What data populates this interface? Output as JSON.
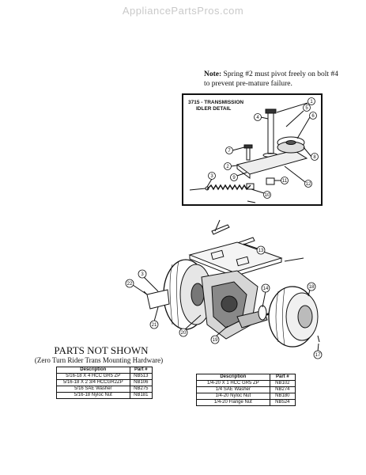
{
  "watermark": "AppliancePartsPros.com",
  "note": {
    "label": "Note:",
    "text": "Spring #2 must pivot freely on bolt #4 to prevent pre-mature failure."
  },
  "detail": {
    "title_line1": "3715 - TRANSMISSION",
    "title_line2": "IDLER DETAIL",
    "callouts": [
      "1",
      "2",
      "3",
      "4",
      "5",
      "6",
      "7",
      "8",
      "9",
      "10",
      "11",
      "12"
    ]
  },
  "main_callouts": [
    "3",
    "13",
    "14",
    "17",
    "18",
    "19",
    "20",
    "21",
    "22"
  ],
  "parts_not_shown": {
    "title": "PARTS NOT SHOWN",
    "subtitle": "(Zero Turn Rider Trans Mounting Hardware)",
    "columns": [
      "Description",
      "Part #"
    ],
    "left_rows": [
      [
        "5/16-18 X 4 HCC GR5 ZP",
        "NB513"
      ],
      [
        "5/16-18 X 2 3/4 HCCGR2ZP",
        "NB106"
      ],
      [
        "5/16 SAE Washer",
        "NB275"
      ],
      [
        "5/16-18 Nyloc Nut",
        "NB181"
      ]
    ],
    "right_rows": [
      [
        "1/4-20 X 1 HCC GR5 ZP",
        "NB102"
      ],
      [
        "1/4 SAE Washer",
        "NB274"
      ],
      [
        "1/4-20 Nyloc Nut",
        "NB180"
      ],
      [
        "1/4-20 Flange Nut",
        "NB524"
      ]
    ]
  }
}
